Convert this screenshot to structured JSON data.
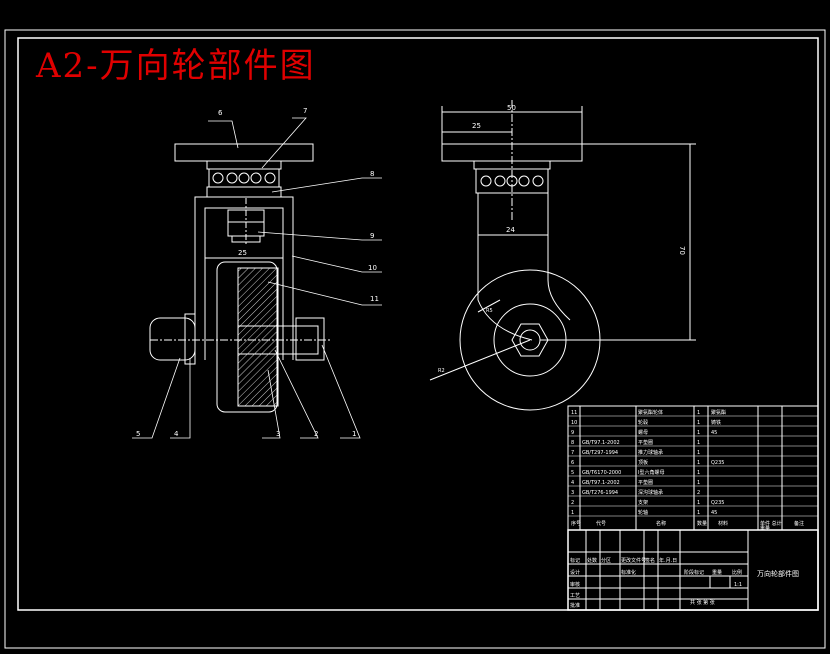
{
  "title": "A2-万向轮部件图",
  "balloons": {
    "b1": "1",
    "b2": "2",
    "b3": "3",
    "b4": "4",
    "b5": "5",
    "b6": "6",
    "b7": "7",
    "b8": "8",
    "b9": "9",
    "b10": "10",
    "b11": "11"
  },
  "dims": {
    "front_width": "25",
    "side_top": "50",
    "side_half": "25",
    "side_height": "70",
    "side_neck": "24",
    "radius_small": "R5",
    "radius_large": "R2"
  },
  "bom": {
    "rows": [
      {
        "no": "11",
        "code": "",
        "name": "聚氨酯轮体",
        "qty": "1",
        "mat": "聚氨酯"
      },
      {
        "no": "10",
        "code": "",
        "name": "轮毂",
        "qty": "1",
        "mat": "铸铁"
      },
      {
        "no": "9",
        "code": "",
        "name": "螺母",
        "qty": "1",
        "mat": "45"
      },
      {
        "no": "8",
        "code": "GB/T97.1-2002",
        "name": "平垫圈",
        "qty": "1",
        "mat": ""
      },
      {
        "no": "7",
        "code": "GB/T297-1994",
        "name": "推力球轴承",
        "qty": "1",
        "mat": ""
      },
      {
        "no": "6",
        "code": "",
        "name": "顶板",
        "qty": "1",
        "mat": "Q235"
      },
      {
        "no": "5",
        "code": "GB/T6170-2000",
        "name": "I型六角螺母",
        "qty": "1",
        "mat": ""
      },
      {
        "no": "4",
        "code": "GB/T97.1-2002",
        "name": "平垫圈",
        "qty": "1",
        "mat": ""
      },
      {
        "no": "3",
        "code": "GB/T276-1994",
        "name": "深沟球轴承",
        "qty": "2",
        "mat": ""
      },
      {
        "no": "2",
        "code": "",
        "name": "支架",
        "qty": "1",
        "mat": "Q235"
      },
      {
        "no": "1",
        "code": "",
        "name": "轮轴",
        "qty": "1",
        "mat": "45"
      }
    ],
    "header": {
      "no": "序号",
      "code": "代号",
      "name": "名称",
      "qty": "数量",
      "mat": "材料",
      "unit": "单件 总计",
      "weight": "重量",
      "note": "备注"
    }
  },
  "titleblock": {
    "part_name": "万向轮部件图",
    "labels": {
      "mark": "标记",
      "count": "处数",
      "zone": "分区",
      "doc": "更改文件号",
      "sign": "签名",
      "date": "年.月.日",
      "design": "设计",
      "std": "标准化",
      "review": "审核",
      "craft": "工艺",
      "approve": "批准",
      "stage": "阶段标记",
      "weight": "重量",
      "scale": "比例",
      "scale_val": "1:1",
      "sheets": "共  张  第  张"
    }
  }
}
